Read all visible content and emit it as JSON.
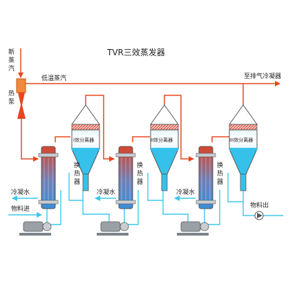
{
  "title": "TVR三效蒸发器",
  "labels": {
    "steam_new_1": "新",
    "steam_new_2": "蒸",
    "steam_new_3": "汽",
    "low_temp_steam": "低温蒸汽",
    "to_exhaust_condenser": "至排气冷凝器",
    "heat_pump_1": "热",
    "heat_pump_2": "泵",
    "condensate_1": "冷凝水",
    "condensate_2": "冷凝水",
    "condensate_3": "冷凝水",
    "feed_in": "物料进",
    "product_out": "物料出",
    "hx_1": [
      "换",
      "热",
      "器"
    ],
    "hx_2": [
      "换",
      "热",
      "器"
    ],
    "hx_3": [
      "换",
      "热",
      "器"
    ],
    "sep_1": "I效分离器",
    "sep_2": "II效分离器",
    "sep_3": "III效分离器"
  },
  "colors": {
    "steam_line": "#e8461e",
    "liquid_line": "#3cc7ec",
    "vessel_fill": "#35c1ea",
    "separator_band": "#d93b2a",
    "pump_body": "#9aa0a6"
  }
}
